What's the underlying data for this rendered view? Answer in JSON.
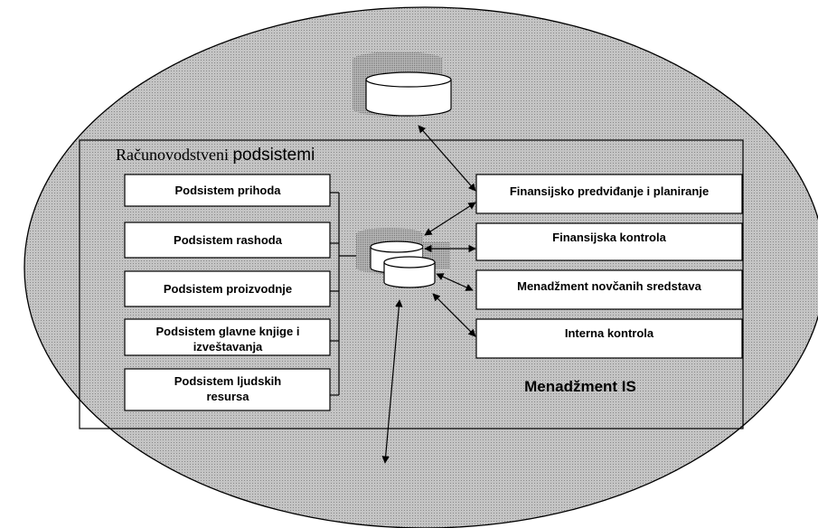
{
  "diagram": {
    "accounting_section": {
      "title_part1": "Računovodstveni ",
      "title_part2": "podsistemi",
      "subsystems": [
        {
          "lines": [
            "Podsistem prihoda"
          ]
        },
        {
          "lines": [
            "Podsistem rashoda"
          ]
        },
        {
          "lines": [
            "Podsistem proizvodnje"
          ]
        },
        {
          "lines": [
            "Podsistem glavne knjige i",
            "izveštavanja"
          ]
        },
        {
          "lines": [
            "Podsistem ljudskih",
            "resursa"
          ]
        }
      ]
    },
    "management_section": {
      "label": "Menadžment IS",
      "functions": [
        {
          "lines": [
            "Finansijsko predviđanje i planiranje"
          ]
        },
        {
          "lines": [
            "Finansijska kontrola"
          ]
        },
        {
          "lines": [
            "Menadžment novčanih sredstava"
          ]
        },
        {
          "lines": [
            "Interna kontrola"
          ]
        }
      ]
    },
    "colors": {
      "ellipse_fill": "#b5b5b5",
      "ellipse_stroke": "#000000",
      "box_fill": "#ffffff",
      "db_shadow": "#9a9a9a"
    }
  }
}
